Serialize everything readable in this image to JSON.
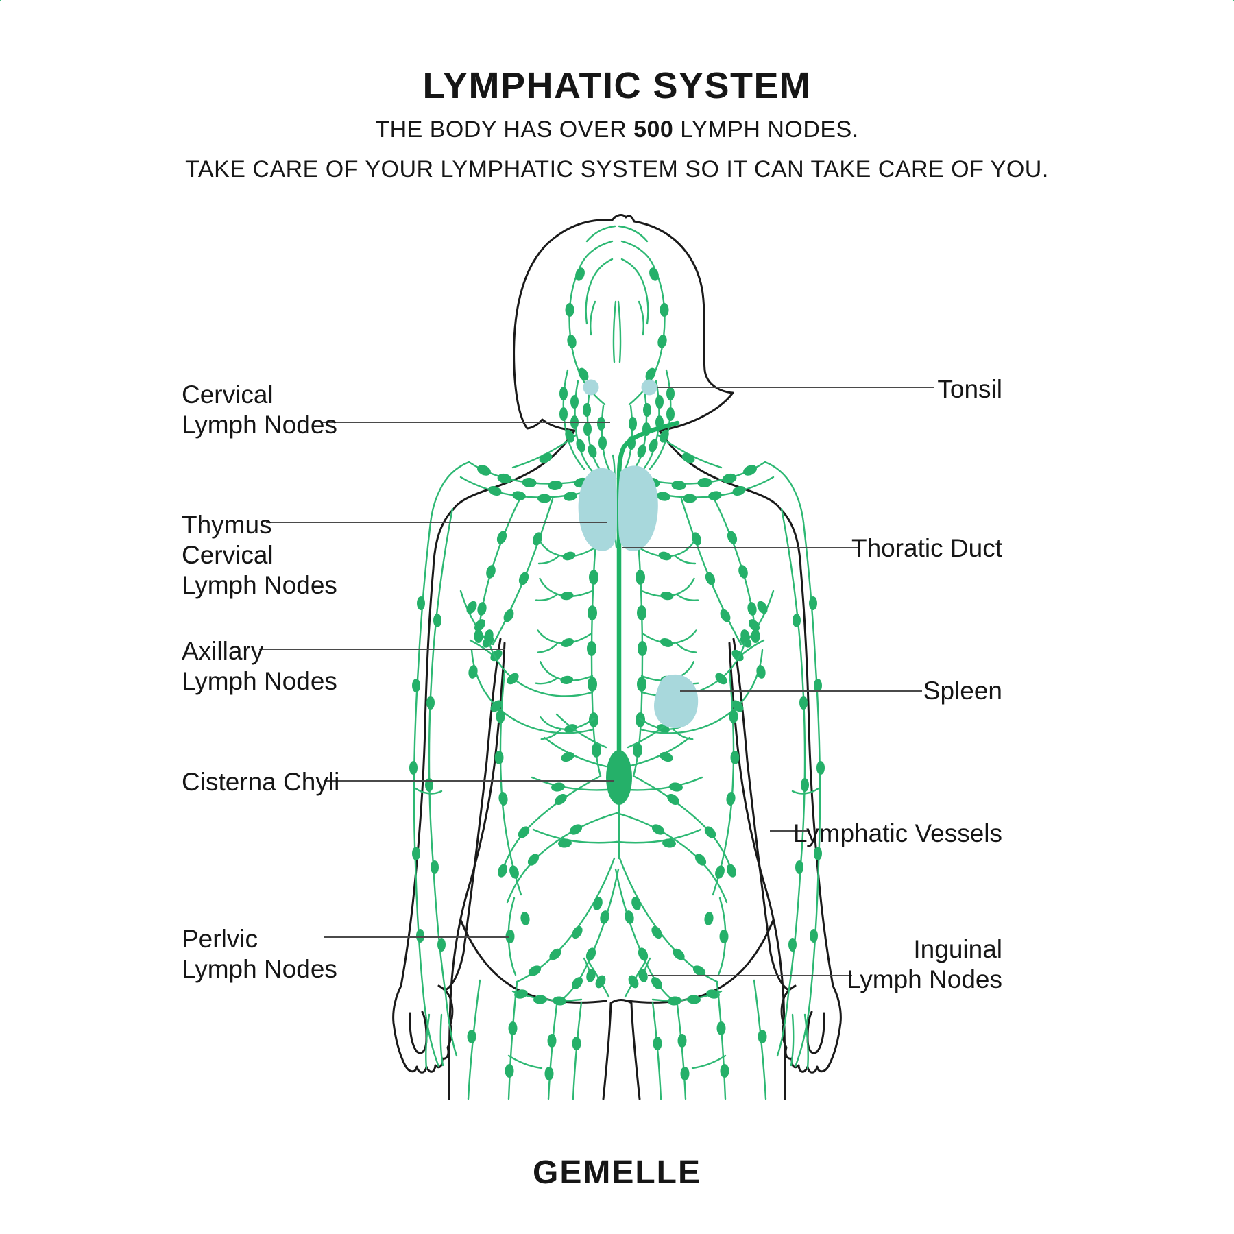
{
  "page": {
    "background": "#ffffff"
  },
  "header": {
    "title": "LYMPHATIC SYSTEM",
    "subtitle_line1_pre": "THE BODY HAS OVER ",
    "subtitle_line1_bold": "500",
    "subtitle_line1_post": " LYMPH NODES.",
    "subtitle_line2": "TAKE CARE OF YOUR LYMPHATIC SYSTEM SO IT CAN TAKE CARE OF YOU."
  },
  "footer": {
    "brand": "GEMELLE"
  },
  "colors": {
    "vessel_green": "#2db873",
    "node_green": "#25b069",
    "duct_green": "#1fb366",
    "organ_teal": "#a8d8dc",
    "outline_black": "#1a1a1a",
    "leader_gray": "#4a4a4a",
    "text_black": "#161616"
  },
  "diagram": {
    "figure": "female-body-front-outline",
    "labels_left": [
      {
        "id": "cervical-lymph-nodes",
        "lines": [
          "Cervical",
          "Lymph Nodes"
        ]
      },
      {
        "id": "thymus-cervical-lymph-nodes",
        "lines": [
          "Thymus",
          "Cervical",
          "Lymph Nodes"
        ]
      },
      {
        "id": "axillary-lymph-nodes",
        "lines": [
          "Axillary",
          "Lymph Nodes"
        ]
      },
      {
        "id": "cisterna-chyli",
        "lines": [
          "Cisterna Chyli"
        ]
      },
      {
        "id": "pelvic-lymph-nodes",
        "lines": [
          "Perlvic",
          "Lymph Nodes"
        ]
      }
    ],
    "labels_right": [
      {
        "id": "tonsil",
        "lines": [
          "Tonsil"
        ]
      },
      {
        "id": "thoracic-duct",
        "lines": [
          "Thoratic Duct"
        ]
      },
      {
        "id": "spleen",
        "lines": [
          "Spleen"
        ]
      },
      {
        "id": "lymphatic-vessels",
        "lines": [
          "Lymphatic Vessels"
        ]
      },
      {
        "id": "inguinal-lymph-nodes",
        "lines": [
          "Inguinal",
          "Lymph Nodes"
        ]
      }
    ]
  }
}
